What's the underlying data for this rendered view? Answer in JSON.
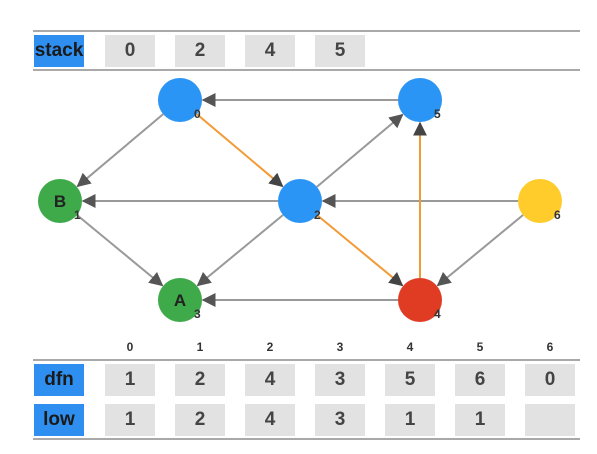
{
  "stack": {
    "label": "stack",
    "values": [
      "0",
      "2",
      "4",
      "5"
    ]
  },
  "graph": {
    "nodes": [
      {
        "id": "0",
        "letter": "",
        "sub": "0",
        "color": "#2b95f5"
      },
      {
        "id": "5",
        "letter": "",
        "sub": "5",
        "color": "#2b95f5"
      },
      {
        "id": "B",
        "letter": "B",
        "sub": "1",
        "color": "#3eaa4a"
      },
      {
        "id": "2",
        "letter": "",
        "sub": "2",
        "color": "#2b95f5"
      },
      {
        "id": "6",
        "letter": "",
        "sub": "6",
        "color": "#ffcc2b"
      },
      {
        "id": "A",
        "letter": "A",
        "sub": "3",
        "color": "#3eaa4a"
      },
      {
        "id": "4",
        "letter": "",
        "sub": "4",
        "color": "#e03c24"
      }
    ],
    "edges": [
      {
        "from": "5",
        "to": "0",
        "color": "#999999"
      },
      {
        "from": "0",
        "to": "B",
        "color": "#999999"
      },
      {
        "from": "0",
        "to": "2",
        "color": "#f29a35"
      },
      {
        "from": "2",
        "to": "5",
        "color": "#999999"
      },
      {
        "from": "2",
        "to": "B",
        "color": "#999999"
      },
      {
        "from": "6",
        "to": "2",
        "color": "#999999"
      },
      {
        "from": "B",
        "to": "A",
        "color": "#999999"
      },
      {
        "from": "2",
        "to": "A",
        "color": "#999999"
      },
      {
        "from": "2",
        "to": "4",
        "color": "#f29a35"
      },
      {
        "from": "4",
        "to": "5",
        "color": "#f29a35"
      },
      {
        "from": "6",
        "to": "4",
        "color": "#999999"
      },
      {
        "from": "4",
        "to": "A",
        "color": "#999999"
      }
    ]
  },
  "indices": [
    "0",
    "1",
    "2",
    "3",
    "4",
    "5",
    "6"
  ],
  "dfn": {
    "label": "dfn",
    "values": [
      "1",
      "2",
      "4",
      "3",
      "5",
      "6",
      "0"
    ]
  },
  "low": {
    "label": "low",
    "values": [
      "1",
      "2",
      "4",
      "3",
      "1",
      "1",
      ""
    ]
  }
}
